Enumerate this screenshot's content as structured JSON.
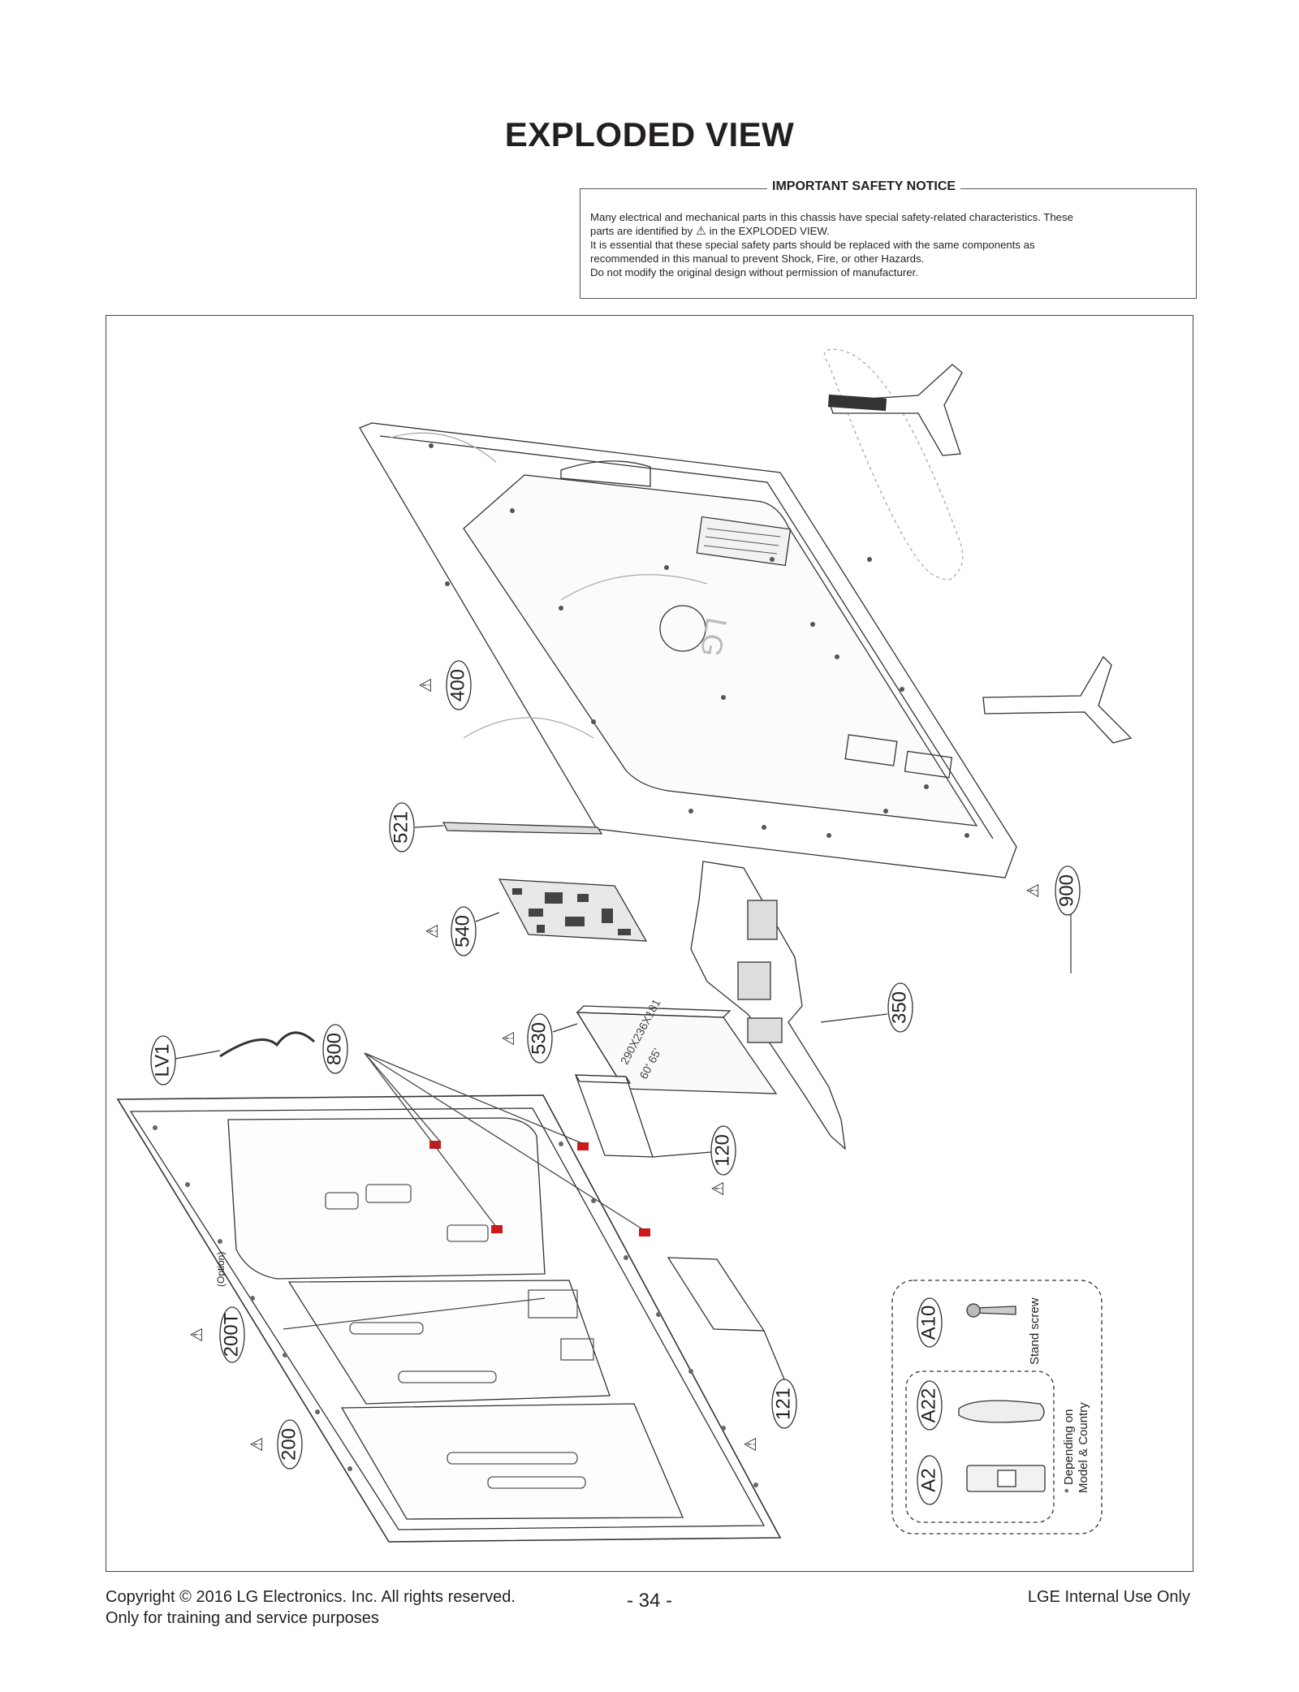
{
  "page": {
    "title": "EXPLODED VIEW"
  },
  "safety_notice": {
    "heading": "IMPORTANT SAFETY NOTICE",
    "line1": "Many electrical and mechanical parts in this chassis have special safety-related characteristics. These",
    "line2_pre": "parts are identified by",
    "line2_post": "in the EXPLODED VIEW.",
    "line3": "It is essential that these special safety parts should be replaced with the same components as",
    "line4": "recommended in this manual to prevent Shock, Fire, or other Hazards.",
    "line5": "Do not modify the original design without permission of manufacturer."
  },
  "diagram": {
    "safety_symbol": "⚠",
    "parts": {
      "p400": "400",
      "p900": "900",
      "p521": "521",
      "p540": "540",
      "p350": "350",
      "p530": "530",
      "p800": "800",
      "pLV1": "LV1",
      "p120": "120",
      "p200T": "200T",
      "option": "(Option)",
      "p121": "121",
      "p200": "200",
      "pA10": "A10",
      "pA22": "A22",
      "pA2": "A2"
    },
    "labels": {
      "stand_screw": "Stand screw",
      "depending_line1": "* Depending on",
      "depending_line2": "Model & Country",
      "panel_text_1": "290X236X181",
      "panel_text_2": "60' 65'",
      "logo": "LG"
    }
  },
  "footer": {
    "copyright": "Copyright  © 2016 LG Electronics. Inc. All rights reserved.",
    "purpose": "Only for training and service purposes",
    "page_number": "- 34 -",
    "internal": "LGE Internal Use Only"
  }
}
